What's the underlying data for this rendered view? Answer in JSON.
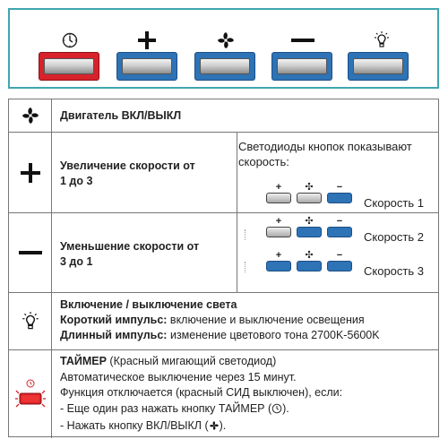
{
  "panel": {
    "buttons": [
      {
        "icon": "clock-icon",
        "color": "red"
      },
      {
        "icon": "plus-icon",
        "color": "blue"
      },
      {
        "icon": "fan-icon",
        "color": "blue"
      },
      {
        "icon": "minus-icon",
        "color": "blue"
      },
      {
        "icon": "lightbulb-icon",
        "color": "blue"
      }
    ],
    "colors": {
      "frame": "#3fa6ae",
      "blue": "#2d73b6",
      "red": "#d7222b"
    }
  },
  "table": {
    "motor": {
      "label": "Двигатель ВКЛ/ВЫКЛ"
    },
    "speed_up": {
      "line1": "Увеличение скорости от",
      "line2": "1 до 3"
    },
    "speed_down": {
      "line1": "Уменьшение скорости от",
      "line2": "3 до 1"
    },
    "leds_note": {
      "line1": "Светодиоды кнопок показывают",
      "line2": "скорость:"
    },
    "speeds": [
      {
        "label": "Скорость 1",
        "leds": [
          "grey",
          "grey",
          "blue"
        ]
      },
      {
        "label": "Скорость 2",
        "leds": [
          "grey",
          "blue",
          "blue"
        ]
      },
      {
        "label": "Скорость 3",
        "leds": [
          "blue",
          "blue",
          "blue"
        ]
      }
    ],
    "led_symbols": [
      "+",
      "✣",
      "−"
    ],
    "light": {
      "title": "Включение / выключение света",
      "short_label": "Короткий импульс:",
      "short_text": " включение и выключение освещения",
      "long_label": "Длинный импульс:",
      "long_text": " изменение цветового тона 2700K-5600K"
    },
    "timer": {
      "title": "ТАЙМЕР",
      "title_rest": " (Красный мигающий светодиод)",
      "line2": "Автоматическое выключение через 15 минут.",
      "line3": "Функция отключается (красный СИД выключен), если:",
      "line4": "- Еще один раз нажать кнопку ТАЙМЕР (",
      "line4_end": ").",
      "line5": "- Нажать кнопку ВКЛ/ВЫКЛ (",
      "line5_end": ")."
    }
  }
}
